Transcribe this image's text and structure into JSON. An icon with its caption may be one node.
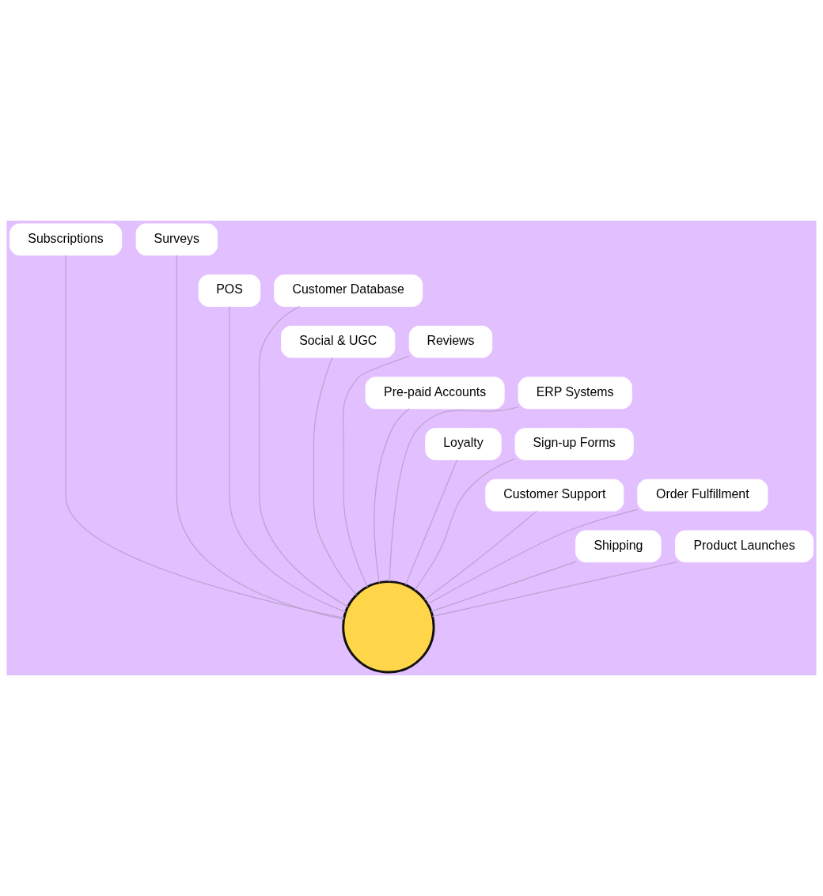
{
  "diagram": {
    "nodes": [
      {
        "text": [
          "Subscriptions"
        ]
      },
      {
        "text": [
          "Surveys"
        ]
      },
      {
        "text": [
          "POS"
        ]
      },
      {
        "text": [
          "Customer Database"
        ]
      },
      {
        "text": [
          "Social & UGC"
        ]
      },
      {
        "text": [
          "Reviews"
        ]
      },
      {
        "text": [
          "Pre-paid Accounts"
        ]
      },
      {
        "text": [
          "ERP Systems"
        ]
      },
      {
        "text": [
          "Loyalty"
        ]
      },
      {
        "text": [
          "Sign-up Forms"
        ]
      },
      {
        "text": [
          "Customer Support"
        ]
      },
      {
        "text": [
          "Order Fulfillment"
        ]
      },
      {
        "text": [
          "Shipping"
        ]
      },
      {
        "text": [
          "Product Launches"
        ]
      },
      {
        "text": [],
        "shape": "circle"
      }
    ],
    "edges": [
      {
        "from": 0,
        "to": 14,
        "arrow": "none"
      },
      {
        "from": 1,
        "to": 14,
        "arrow": "none"
      },
      {
        "from": 2,
        "to": 14,
        "arrow": "none"
      },
      {
        "from": 3,
        "to": 14,
        "arrow": "none"
      },
      {
        "from": 4,
        "to": 14,
        "arrow": "none"
      },
      {
        "from": 5,
        "to": 14,
        "arrow": "none"
      },
      {
        "from": 6,
        "to": 14,
        "arrow": "none"
      },
      {
        "from": 7,
        "to": 14,
        "arrow": "none"
      },
      {
        "from": 8,
        "to": 14,
        "arrow": "none"
      },
      {
        "from": 9,
        "to": 14,
        "arrow": "none"
      },
      {
        "from": 10,
        "to": 14,
        "arrow": "none"
      },
      {
        "from": 11,
        "to": 14,
        "arrow": "none"
      },
      {
        "from": 12,
        "to": 14,
        "arrow": "none"
      },
      {
        "from": 13,
        "to": 14,
        "arrow": "none"
      }
    ]
  }
}
